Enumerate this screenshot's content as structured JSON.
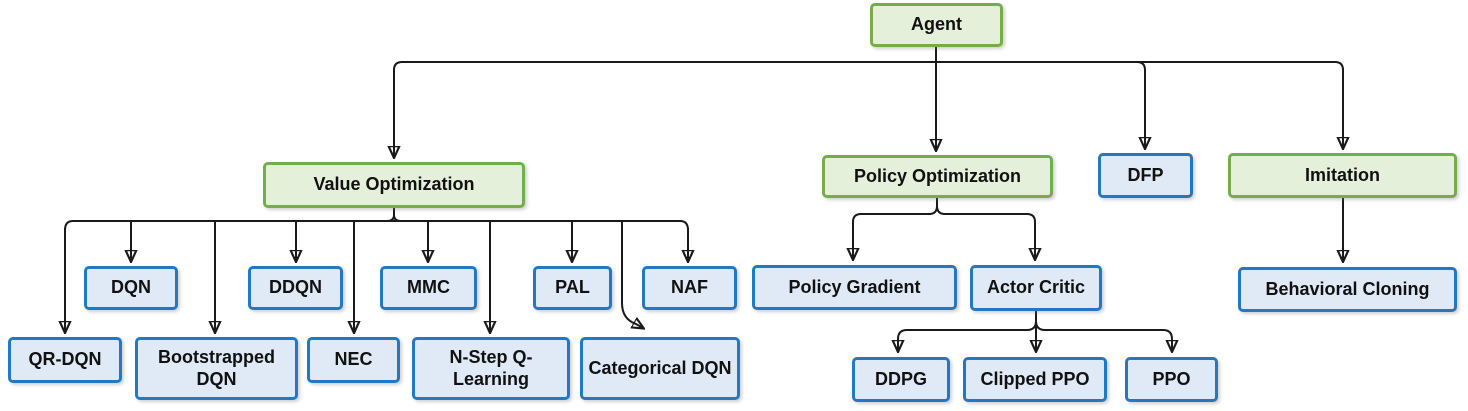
{
  "diagram_type": "agent-hierarchy-flowchart",
  "colors": {
    "category_border": "#74ad4c",
    "category_fill": "#e4f0da",
    "algorithm_border": "#2278c4",
    "algorithm_fill": "#e0eaf7",
    "connector": "#1a1a1a",
    "background": "#ffffff"
  },
  "nodes": {
    "agent": "Agent",
    "value_optimization": "Value Optimization",
    "policy_optimization": "Policy Optimization",
    "dfp": "DFP",
    "imitation": "Imitation",
    "dqn": "DQN",
    "ddqn": "DDQN",
    "mmc": "MMC",
    "pal": "PAL",
    "naf": "NAF",
    "qr_dqn": "QR-DQN",
    "bootstrapped_dqn": "Bootstrapped DQN",
    "nec": "NEC",
    "n_step_q_learning": "N-Step Q-Learning",
    "categorical_dqn": "Categorical DQN",
    "policy_gradient": "Policy Gradient",
    "actor_critic": "Actor Critic",
    "behavioral_cloning": "Behavioral Cloning",
    "ddpg": "DDPG",
    "clipped_ppo": "Clipped PPO",
    "ppo": "PPO"
  },
  "hierarchy": [
    {
      "from": "Agent",
      "to": "Value Optimization"
    },
    {
      "from": "Agent",
      "to": "Policy Optimization"
    },
    {
      "from": "Agent",
      "to": "DFP"
    },
    {
      "from": "Agent",
      "to": "Imitation"
    },
    {
      "from": "Value Optimization",
      "to": "QR-DQN"
    },
    {
      "from": "Value Optimization",
      "to": "DQN"
    },
    {
      "from": "Value Optimization",
      "to": "Bootstrapped DQN"
    },
    {
      "from": "Value Optimization",
      "to": "DDQN"
    },
    {
      "from": "Value Optimization",
      "to": "NEC"
    },
    {
      "from": "Value Optimization",
      "to": "MMC"
    },
    {
      "from": "Value Optimization",
      "to": "N-Step Q-Learning"
    },
    {
      "from": "Value Optimization",
      "to": "PAL"
    },
    {
      "from": "Value Optimization",
      "to": "Categorical DQN"
    },
    {
      "from": "Value Optimization",
      "to": "NAF"
    },
    {
      "from": "Policy Optimization",
      "to": "Policy Gradient"
    },
    {
      "from": "Policy Optimization",
      "to": "Actor Critic"
    },
    {
      "from": "Actor Critic",
      "to": "DDPG"
    },
    {
      "from": "Actor Critic",
      "to": "Clipped PPO"
    },
    {
      "from": "Actor Critic",
      "to": "PPO"
    },
    {
      "from": "Imitation",
      "to": "Behavioral Cloning"
    }
  ]
}
